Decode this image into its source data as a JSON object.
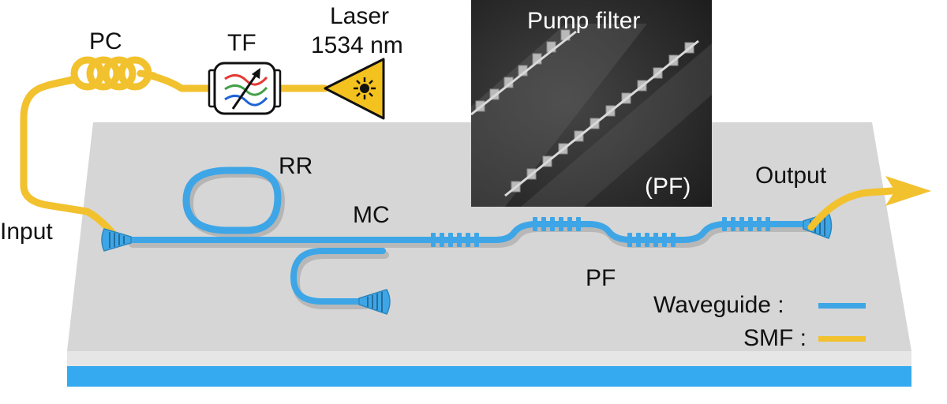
{
  "labels": {
    "pc": "PC",
    "tf": "TF",
    "laser_line1": "Laser",
    "laser_line2": "1534 nm",
    "rr": "RR",
    "mc": "MC",
    "pf": "PF",
    "input": "Input",
    "output": "Output"
  },
  "inset": {
    "title": "Pump filter",
    "tag": "(PF)"
  },
  "legend": {
    "waveguide": "Waveguide :",
    "smf": "SMF :"
  },
  "colors": {
    "waveguide": "#3ea6e6",
    "smf": "#f2c12e",
    "chip_top": "#d6d6d6",
    "chip_front": "#e4e4e4",
    "substrate": "#36aaf0",
    "laser_body": "#f4c21f"
  },
  "icons": [
    "polarization-controller-icon",
    "tunable-filter-icon",
    "laser-icon",
    "output-arrow-icon"
  ]
}
